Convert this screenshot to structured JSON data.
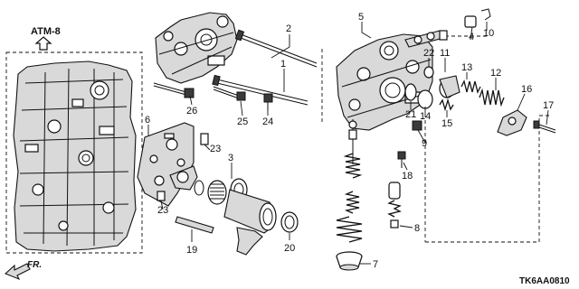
{
  "diagram": {
    "reference": "ATM-8",
    "direction_label": "FR.",
    "drawing_code": "TK6AA0810",
    "callouts": [
      {
        "id": "c1",
        "label": "1"
      },
      {
        "id": "c2",
        "label": "2"
      },
      {
        "id": "c3",
        "label": "3"
      },
      {
        "id": "c4",
        "label": "4"
      },
      {
        "id": "c5",
        "label": "5"
      },
      {
        "id": "c6",
        "label": "6"
      },
      {
        "id": "c7",
        "label": "7"
      },
      {
        "id": "c8",
        "label": "8"
      },
      {
        "id": "c9",
        "label": "9"
      },
      {
        "id": "c10",
        "label": "10"
      },
      {
        "id": "c11",
        "label": "11"
      },
      {
        "id": "c12",
        "label": "12"
      },
      {
        "id": "c13",
        "label": "13"
      },
      {
        "id": "c14",
        "label": "14"
      },
      {
        "id": "c15",
        "label": "15"
      },
      {
        "id": "c16",
        "label": "16"
      },
      {
        "id": "c17",
        "label": "17"
      },
      {
        "id": "c18",
        "label": "18"
      },
      {
        "id": "c19",
        "label": "19"
      },
      {
        "id": "c20",
        "label": "20"
      },
      {
        "id": "c21",
        "label": "21"
      },
      {
        "id": "c22",
        "label": "22"
      },
      {
        "id": "c23a",
        "label": "23"
      },
      {
        "id": "c23b",
        "label": "23"
      },
      {
        "id": "c24",
        "label": "24"
      },
      {
        "id": "c25",
        "label": "25"
      },
      {
        "id": "c26",
        "label": "26"
      }
    ]
  }
}
